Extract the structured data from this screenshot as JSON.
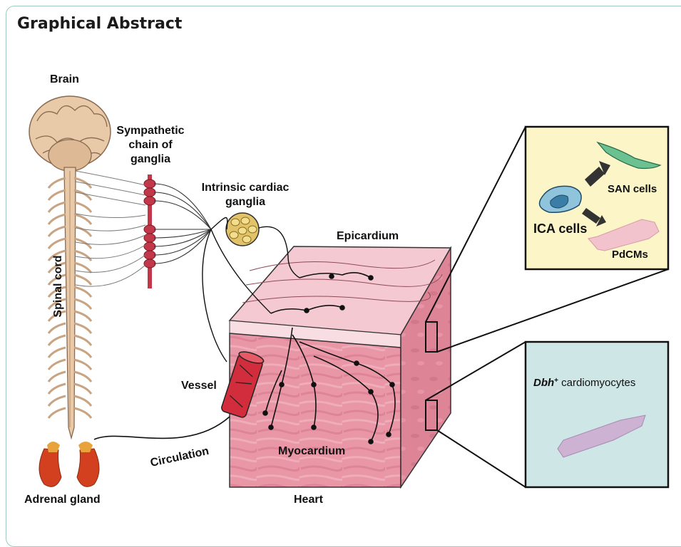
{
  "heading": "Graphical Abstract",
  "labels": {
    "brain": "Brain",
    "sympathetic_line1": "Sympathetic",
    "sympathetic_line2": "chain of",
    "sympathetic_line3": "ganglia",
    "intrinsic_line1": "Intrinsic cardiac",
    "intrinsic_line2": "ganglia",
    "spinal_cord": "Spinal cord",
    "epicardium": "Epicardium",
    "vessel": "Vessel",
    "myocardium": "Myocardium",
    "circulation": "Circulation",
    "adrenal_gland": "Adrenal gland",
    "heart": "Heart"
  },
  "inset_top": {
    "ica_cells": "ICA cells",
    "san_cells": "SAN cells",
    "pdcms": "PdCMs",
    "bg_color": "#fbf5c8"
  },
  "inset_bottom": {
    "gene_italic": "Dbh",
    "gene_sup": "+",
    "cell_label": " cardiomyocytes",
    "bg_color": "#cfe6e6"
  },
  "colors": {
    "frame": "#9fc9c0",
    "nerve_tissue": "#e8c9a8",
    "ganglia_chain": "#c2374a",
    "heart_side": "#e996a6",
    "heart_top": "#f4c9d1",
    "adrenal": "#d2401f"
  }
}
